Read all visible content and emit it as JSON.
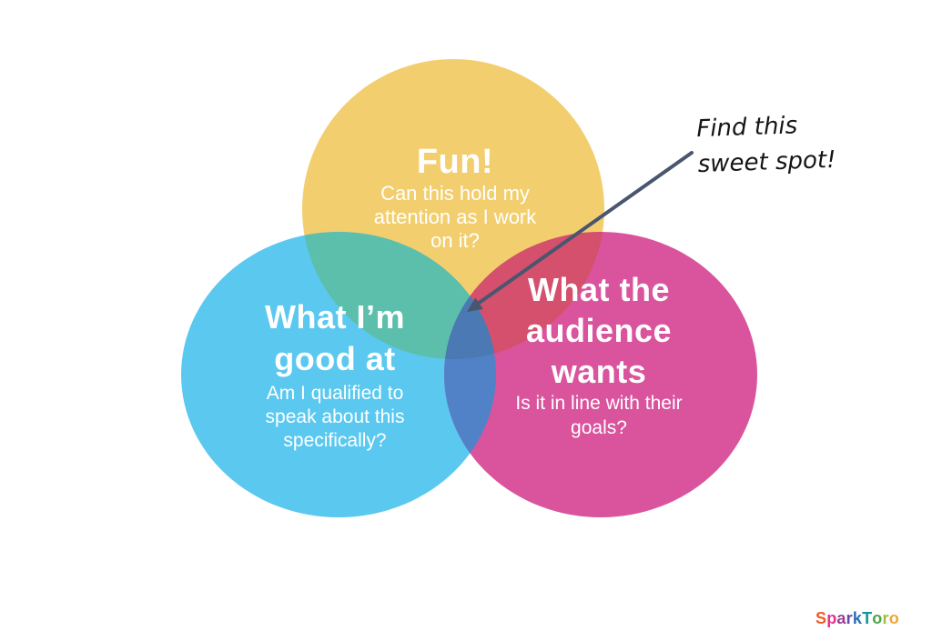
{
  "colors": {
    "background": "#FFFFFF",
    "circle_fun": "#F2CE6E",
    "circle_good": "#5BC8F0",
    "circle_audience": "#D9549D",
    "overlap_fun_good": "#5BBFAC",
    "overlap_fun_audience": "#D4506C",
    "overlap_good_audience": "#5182C8",
    "overlap_center": "#4B79B3",
    "arrow": "#49566E",
    "circle_text": "#FFFFFF",
    "annotation_text": "#151515"
  },
  "venn": {
    "circles": [
      {
        "name": "fun",
        "title_lines": [
          "Fun!"
        ],
        "subtitle_lines": [
          "Can this hold my",
          "attention as I work",
          "on it?"
        ]
      },
      {
        "name": "what-im-good-at",
        "title_lines": [
          "What I’m",
          "good at"
        ],
        "subtitle_lines": [
          "Am I qualified to",
          "speak about this",
          "specifically?"
        ]
      },
      {
        "name": "what-the-audience-wants",
        "title_lines": [
          "What the",
          "audience",
          "wants"
        ],
        "subtitle_lines": [
          "Is it in line with their",
          "goals?"
        ]
      }
    ]
  },
  "annotation": {
    "lines": [
      "Find this",
      "sweet spot!"
    ]
  },
  "logo": {
    "text": "SparkToro",
    "letters": [
      {
        "ch": "S",
        "color": "#F05A28"
      },
      {
        "ch": "p",
        "color": "#E5308E"
      },
      {
        "ch": "a",
        "color": "#9C3D97"
      },
      {
        "ch": "r",
        "color": "#64489D"
      },
      {
        "ch": "k",
        "color": "#2B6CB8"
      },
      {
        "ch": "T",
        "color": "#12969C"
      },
      {
        "ch": "o",
        "color": "#4BA646"
      },
      {
        "ch": "r",
        "color": "#9CBE3C"
      },
      {
        "ch": "o",
        "color": "#F0A830"
      }
    ]
  }
}
